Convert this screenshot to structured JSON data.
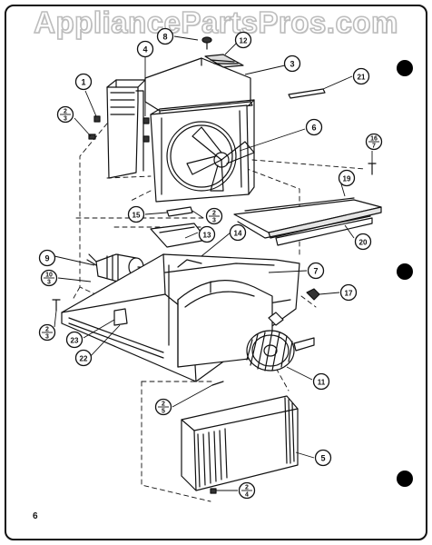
{
  "watermark": "AppliancePartsPros.com",
  "page_number": "6",
  "callouts": [
    {
      "id": "c8a",
      "top": "8",
      "bottom": ""
    },
    {
      "id": "c12",
      "top": "12",
      "bottom": ""
    },
    {
      "id": "c4",
      "top": "4",
      "bottom": ""
    },
    {
      "id": "c3",
      "top": "3",
      "bottom": ""
    },
    {
      "id": "c1",
      "top": "1",
      "bottom": ""
    },
    {
      "id": "c21",
      "top": "21",
      "bottom": ""
    },
    {
      "id": "c2a",
      "top": "2",
      "bottom": "3"
    },
    {
      "id": "c6",
      "top": "6",
      "bottom": ""
    },
    {
      "id": "c16",
      "top": "16",
      "bottom": "7"
    },
    {
      "id": "c19",
      "top": "19",
      "bottom": ""
    },
    {
      "id": "c15",
      "top": "15",
      "bottom": ""
    },
    {
      "id": "c2b",
      "top": "2",
      "bottom": "3"
    },
    {
      "id": "c13",
      "top": "13",
      "bottom": ""
    },
    {
      "id": "c14",
      "top": "14",
      "bottom": ""
    },
    {
      "id": "c20",
      "top": "20",
      "bottom": ""
    },
    {
      "id": "c9",
      "top": "9",
      "bottom": ""
    },
    {
      "id": "c10",
      "top": "10",
      "bottom": "3"
    },
    {
      "id": "c7",
      "top": "7",
      "bottom": ""
    },
    {
      "id": "c17",
      "top": "17",
      "bottom": ""
    },
    {
      "id": "c2c",
      "top": "2",
      "bottom": "3"
    },
    {
      "id": "c23",
      "top": "23",
      "bottom": ""
    },
    {
      "id": "c22",
      "top": "22",
      "bottom": ""
    },
    {
      "id": "c11",
      "top": "11",
      "bottom": ""
    },
    {
      "id": "c2d",
      "top": "2",
      "bottom": "5"
    },
    {
      "id": "c5",
      "top": "5",
      "bottom": ""
    },
    {
      "id": "c2e",
      "top": "2",
      "bottom": "4"
    }
  ]
}
